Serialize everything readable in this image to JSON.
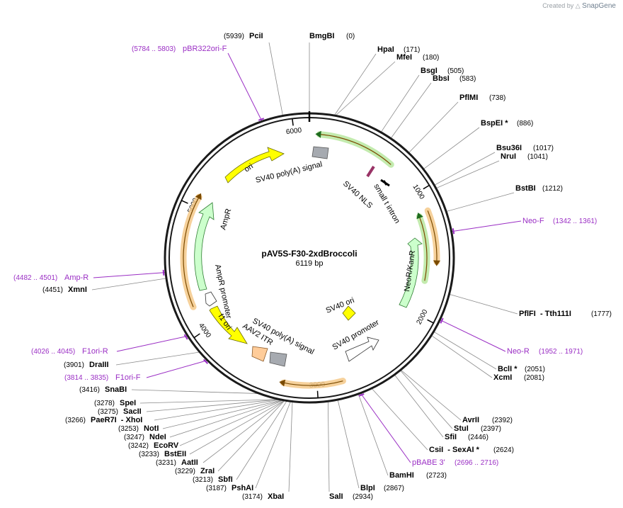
{
  "watermark": {
    "created_by": "Created by",
    "brand": "SnapGene"
  },
  "plasmid": {
    "name": "pAV5S-F30-2xdBroccoli",
    "size_label": "6119 bp"
  },
  "ticks": [
    "1000",
    "2000",
    "3000",
    "4000",
    "5000",
    "6000"
  ],
  "features": [
    {
      "id": "ori",
      "label": "ori",
      "color": "#ffff00"
    },
    {
      "id": "ampr",
      "label": "AmpR",
      "color": "#ccffcc"
    },
    {
      "id": "ampr-promoter",
      "label": "AmpR promoter",
      "color": "#ffffff"
    },
    {
      "id": "f1-ori",
      "label": "f1 ori",
      "color": "#ffff00"
    },
    {
      "id": "aav2-itr",
      "label": "AAV2 ITR",
      "color": "#ffcc99"
    },
    {
      "id": "sv40-polya-1",
      "label": "SV40 poly(A) signal",
      "color": "#a6aab0"
    },
    {
      "id": "sv40-polya-2",
      "label": "SV40 poly(A) signal",
      "color": "#a6aab0"
    },
    {
      "id": "sv40-promoter",
      "label": "SV40 promoter",
      "color": "#ffffff"
    },
    {
      "id": "sv40-ori",
      "label": "SV40 ori",
      "color": "#ffff00"
    },
    {
      "id": "neor-kanr",
      "label": "NeoR/KanR",
      "color": "#ccffcc"
    },
    {
      "id": "sv40-nls",
      "label": "SV40 NLS",
      "color": "#993366"
    },
    {
      "id": "small-t-intron",
      "label": "small t intron",
      "color": "#000000"
    }
  ],
  "enzymes": [
    {
      "name": "BmgBI",
      "pos": "(0)"
    },
    {
      "name": "HpaI",
      "pos": "(171)"
    },
    {
      "name": "MfeI",
      "pos": "(180)"
    },
    {
      "name": "BsgI",
      "pos": "(505)"
    },
    {
      "name": "BbsI",
      "pos": "(583)"
    },
    {
      "name": "PflMI",
      "pos": "(738)"
    },
    {
      "name": "BspEI *",
      "pos": "(886)"
    },
    {
      "name": "Bsu36I",
      "pos": "(1017)"
    },
    {
      "name": "NruI",
      "pos": "(1041)"
    },
    {
      "name": "BstBI",
      "pos": "(1212)"
    },
    {
      "name": "PflFI  - Tth111I",
      "pos": "(1777)"
    },
    {
      "name": "BclI *",
      "pos": "(2051)"
    },
    {
      "name": "XcmI",
      "pos": "(2081)"
    },
    {
      "name": "AvrII",
      "pos": "(2392)"
    },
    {
      "name": "StuI",
      "pos": "(2397)"
    },
    {
      "name": "SfiI",
      "pos": "(2446)"
    },
    {
      "name": "CsiI  - SexAI *",
      "pos": "(2624)"
    },
    {
      "name": "BamHI",
      "pos": "(2723)"
    },
    {
      "name": "BlpI",
      "pos": "(2867)"
    },
    {
      "name": "SalI",
      "pos": "(2934)"
    },
    {
      "name": "XbaI",
      "pos": "(3174)"
    },
    {
      "name": "PshAI",
      "pos": "(3187)"
    },
    {
      "name": "SbfI",
      "pos": "(3213)"
    },
    {
      "name": "ZraI",
      "pos": "(3229)"
    },
    {
      "name": "AatII",
      "pos": "(3231)"
    },
    {
      "name": "BstEII",
      "pos": "(3233)"
    },
    {
      "name": "EcoRV",
      "pos": "(3242)"
    },
    {
      "name": "NdeI",
      "pos": "(3247)"
    },
    {
      "name": "NotI",
      "pos": "(3253)"
    },
    {
      "name": "PaeR7I  - XhoI",
      "pos": "(3266)"
    },
    {
      "name": "SacII",
      "pos": "(3275)"
    },
    {
      "name": "SpeI",
      "pos": "(3278)"
    },
    {
      "name": "SnaBI",
      "pos": "(3416)"
    },
    {
      "name": "DraIII",
      "pos": "(3901)"
    },
    {
      "name": "XmnI",
      "pos": "(4451)"
    },
    {
      "name": "PciI",
      "pos": "(5939)"
    }
  ],
  "primers": [
    {
      "name": "pBR322ori-F",
      "pos": "(5784 .. 5803)"
    },
    {
      "name": "Neo-F",
      "pos": "(1342 .. 1361)"
    },
    {
      "name": "Neo-R",
      "pos": "(1952 .. 1971)"
    },
    {
      "name": "pBABE 3'",
      "pos": "(2696 .. 2716)"
    },
    {
      "name": "F1ori-F",
      "pos": "(3814 .. 3835)"
    },
    {
      "name": "F1ori-R",
      "pos": "(4026 .. 4045)"
    },
    {
      "name": "Amp-R",
      "pos": "(4482 .. 4501)"
    }
  ],
  "colors": {
    "primer": "#9a2ec4",
    "orf_band": "#f5c98a",
    "green_band": "#b9e8a0",
    "backbone": "#1a1a1a"
  }
}
